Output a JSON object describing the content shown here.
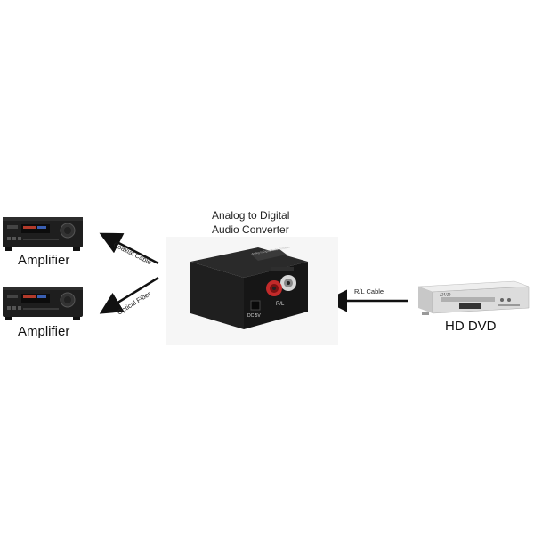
{
  "converter": {
    "title_line1": "Analog to Digital",
    "title_line2": "Audio Converter",
    "device_text": "Analog to Digital Audio Converter",
    "port_rl": "R/L",
    "port_dc": "DC 5V"
  },
  "amplifiers": [
    {
      "label": "Amplifier"
    },
    {
      "label": "Amplifier"
    }
  ],
  "cables": {
    "coaxial": "Coaxial Cable",
    "optical": "Optical Fiber",
    "rl": "R/L Cable"
  },
  "dvd": {
    "label": "HD DVD",
    "logo": "DVD"
  },
  "colors": {
    "device_body": "#1c1c1c",
    "amp_body": "#1e1e1e",
    "dvd_body": "#d9d9d9",
    "arrow": "#111111"
  }
}
